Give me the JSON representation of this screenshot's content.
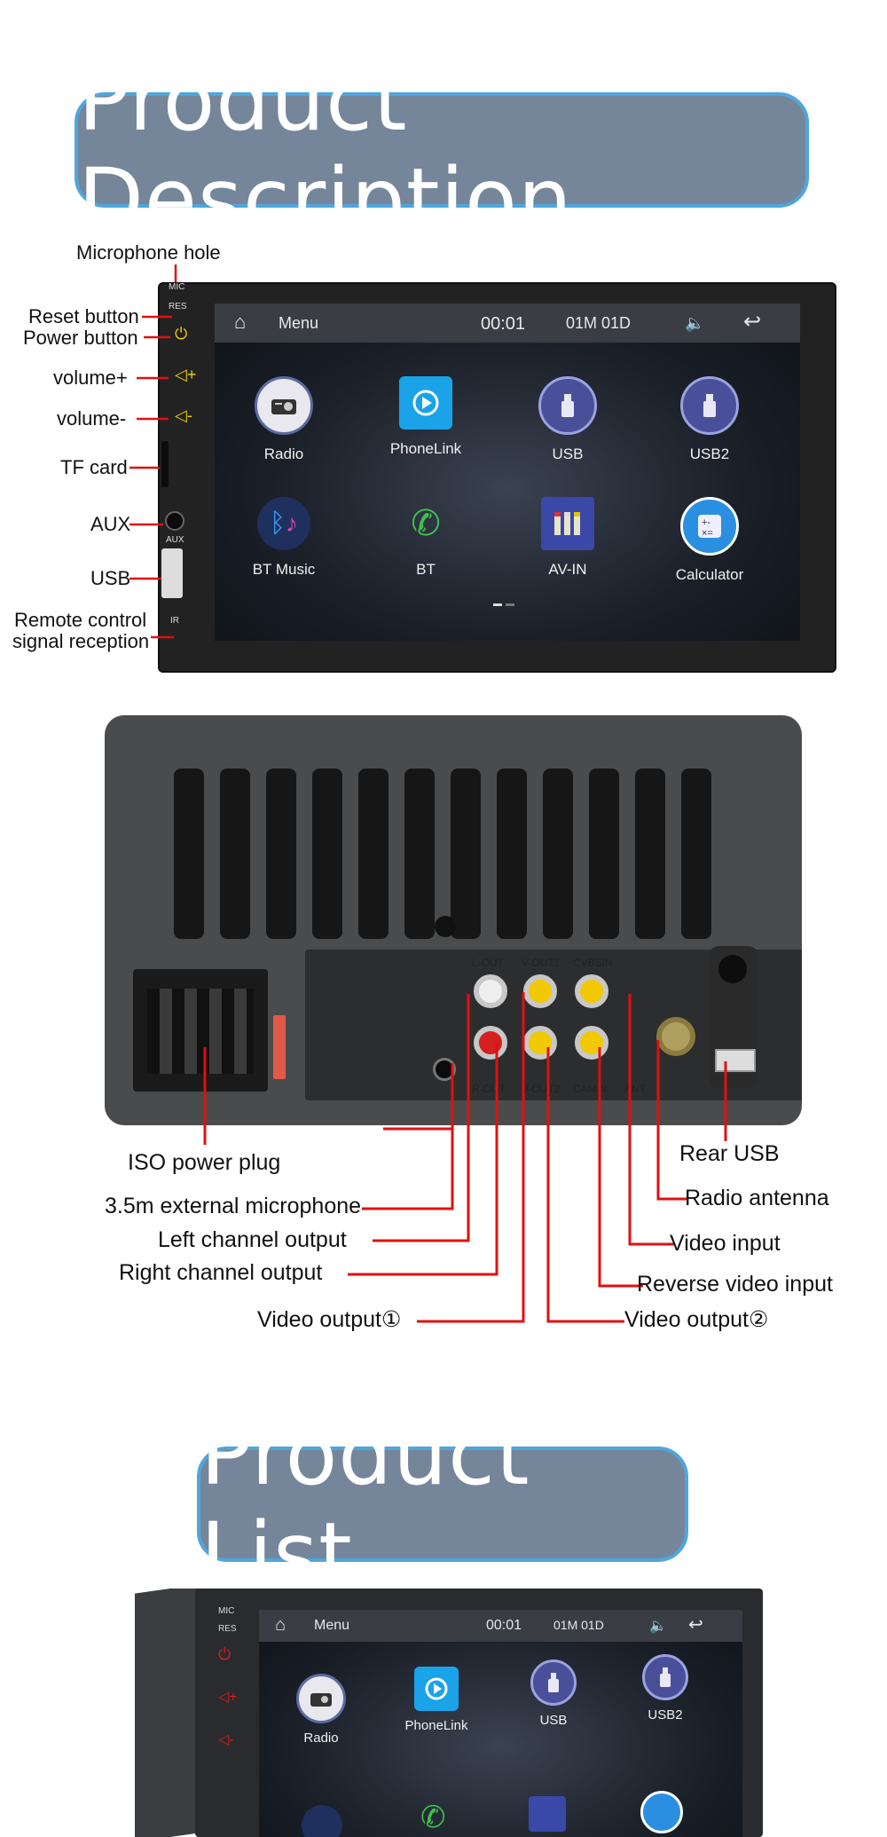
{
  "sections": {
    "description_title": "Product Description",
    "list_title": "Product List"
  },
  "front_labels": {
    "microphone_hole": "Microphone hole",
    "reset_button": "Reset button",
    "power_button": "Power button",
    "volume_up": "volume+",
    "volume_down": "volume-",
    "tf_card": "TF card",
    "aux": "AUX",
    "usb": "USB",
    "remote_line1": "Remote control",
    "remote_line2": "signal reception"
  },
  "panel_marks": {
    "mic": "MIC",
    "res": "RES",
    "aux": "AUX",
    "ir": "IR"
  },
  "screen": {
    "menu_label": "Menu",
    "time": "00:01",
    "date": "01M 01D",
    "apps": [
      {
        "label": "Radio",
        "icon": "radio-icon"
      },
      {
        "label": "PhoneLink",
        "icon": "phonelink-icon"
      },
      {
        "label": "USB",
        "icon": "usb-icon"
      },
      {
        "label": "USB2",
        "icon": "usb-icon"
      },
      {
        "label": "BT Music",
        "icon": "bluetooth-music-icon"
      },
      {
        "label": "BT",
        "icon": "phone-icon"
      },
      {
        "label": "AV-IN",
        "icon": "av-in-icon"
      },
      {
        "label": "Calculator",
        "icon": "calculator-icon"
      }
    ]
  },
  "rear_labels": {
    "iso_power_plug": "ISO power plug",
    "external_microphone": "3.5m external microphone",
    "left_channel": "Left channel output",
    "right_channel": "Right channel output",
    "video_output_1": "Video output①",
    "rear_usb": "Rear USB",
    "radio_antenna": "Radio antenna",
    "video_input": "Video input",
    "reverse_video_input": "Reverse video input",
    "video_output_2": "Video output②"
  },
  "rear_marks": {
    "l_out": "L-OUT",
    "v_out1": "V-OUT1",
    "cvbsin": "CVBSIN",
    "r_out": "R-OUT",
    "v_out2": "V-OUT2",
    "camin": "CAMIN",
    "ant": "ANT"
  },
  "colors": {
    "banner": "#75869a",
    "banner_border": "#4fa6dc",
    "leader_line": "#e01010",
    "volume": "#f3d000"
  }
}
